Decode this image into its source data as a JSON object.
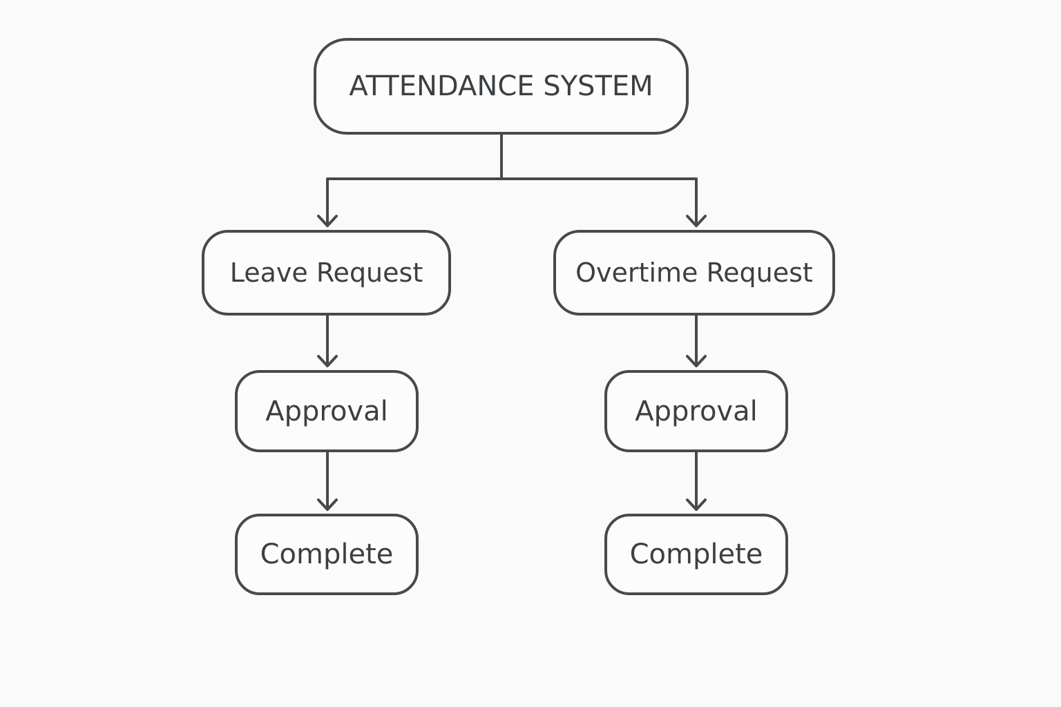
{
  "diagram": {
    "root": {
      "label": "ATTENDANCE SYSTEM"
    },
    "branches": [
      {
        "request": {
          "label": "Leave Request"
        },
        "approval": {
          "label": "Approval"
        },
        "complete": {
          "label": "Complete"
        }
      },
      {
        "request": {
          "label": "Overtime Request"
        },
        "approval": {
          "label": "Approval"
        },
        "complete": {
          "label": "Complete"
        }
      }
    ]
  },
  "colors": {
    "stroke": "#474a4d",
    "text": "#3c3f42",
    "background": "#fafafa"
  }
}
